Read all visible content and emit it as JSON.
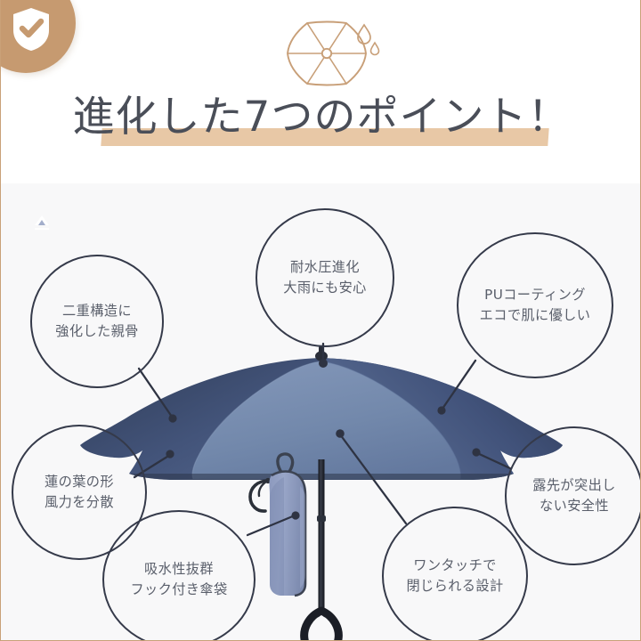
{
  "brand": {
    "badge_icon": "shield-check-icon",
    "badge_color": "#c69a70"
  },
  "header": {
    "ornament_icon": "hexagon-umbrella-icon",
    "raindrop_icon": "raindrop-icon",
    "title": "進化した7つのポイント！",
    "title_underline_color": "#e8c8a6",
    "title_text_color": "#4a4e58"
  },
  "colors": {
    "accent_tan": "#c69a70",
    "underline_tan": "#e8c8a6",
    "bubble_stroke": "#353a4a",
    "bubble_text": "#5a5f6b",
    "canopy_dark": "#3c4a66",
    "canopy_mid": "#4f6183",
    "canopy_light": "#7e93b5",
    "pouch_body": "#93a0c2",
    "shaft_dark": "#22242c",
    "scene_background": "#f8f8f9"
  },
  "callouts": [
    {
      "id": "double-structure-rib",
      "line1": "二重構造に",
      "line2": "強化した親骨"
    },
    {
      "id": "water-pressure",
      "line1": "耐水圧進化",
      "line2": "大雨にも安心"
    },
    {
      "id": "pu-coating",
      "line1": "PUコーティング",
      "line2": "エコで肌に優しい"
    },
    {
      "id": "lotus-leaf-shape",
      "line1": "蓮の葉の形",
      "line2": "風力を分散"
    },
    {
      "id": "no-protruding-tips",
      "line1": "露先が突出し",
      "line2": "ない安全性"
    },
    {
      "id": "absorbent-hook-pouch",
      "line1": "吸水性抜群",
      "line2": "フック付き傘袋"
    },
    {
      "id": "one-touch-close",
      "line1": "ワンタッチで",
      "line2": "閉じられる設計"
    }
  ],
  "product": {
    "umbrella_name": "umbrella-illustration",
    "pouch_name": "umbrella-pouch-illustration",
    "pouch_logo": "mountain-logo-mark",
    "carabiner": "carabiner-hook-icon",
    "handle": "loop-handle"
  }
}
